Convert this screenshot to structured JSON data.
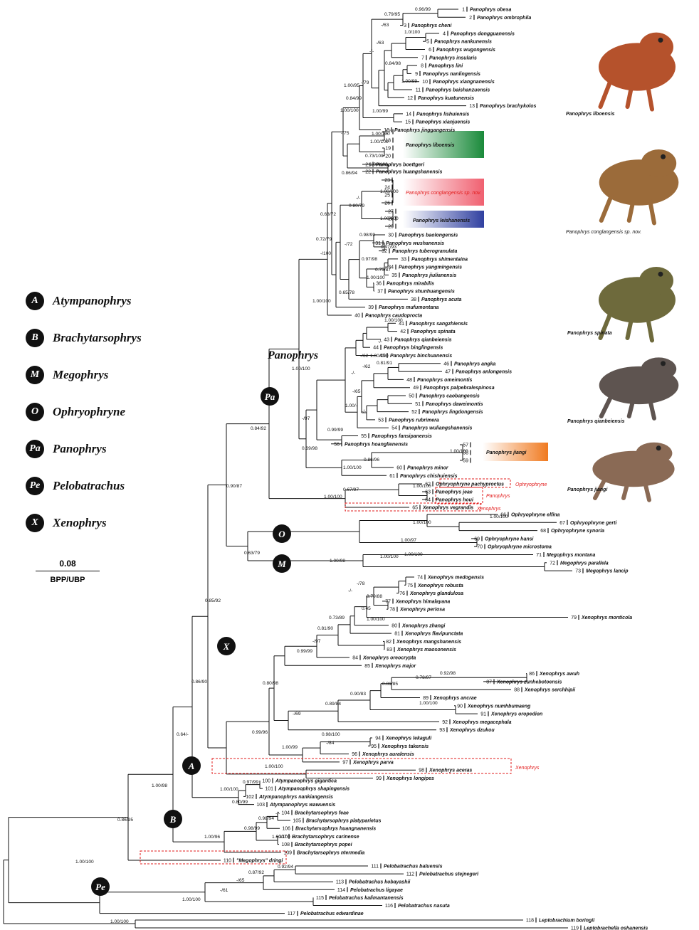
{
  "taxa": [
    {
      "n": "1",
      "name": "Panophrys obesa"
    },
    {
      "n": "2",
      "name": "Panophrys ombrophila"
    },
    {
      "n": "3",
      "name": "Panophrys cheni"
    },
    {
      "n": "4",
      "name": "Panophrys dongguanensis"
    },
    {
      "n": "5",
      "name": "Panophrys nankunensis"
    },
    {
      "n": "6",
      "name": "Panophrys wugongensis"
    },
    {
      "n": "7",
      "name": "Panophrys insularis"
    },
    {
      "n": "8",
      "name": "Panophrys lini"
    },
    {
      "n": "9",
      "name": "Panophrys nanlingensis"
    },
    {
      "n": "10",
      "name": "Panophrys xiangnanensis"
    },
    {
      "n": "11",
      "name": "Panophrys baishanzuensis"
    },
    {
      "n": "12",
      "name": "Panophrys kuatunensis"
    },
    {
      "n": "13",
      "name": "Panophrys brachykolos"
    },
    {
      "n": "14",
      "name": "Panophrys lishuiensis"
    },
    {
      "n": "15",
      "name": "Panophrys xianjuensis"
    },
    {
      "n": "16",
      "name": "Panophrys jinggangensis"
    },
    {
      "n": "17",
      "name": ""
    },
    {
      "n": "18",
      "name": ""
    },
    {
      "n": "19",
      "name": ""
    },
    {
      "n": "20",
      "name": ""
    },
    {
      "n": "21",
      "name": "Panophrys boettgeri"
    },
    {
      "n": "22",
      "name": "Panophrys huangshanensis"
    },
    {
      "n": "23",
      "name": ""
    },
    {
      "n": "24",
      "name": ""
    },
    {
      "n": "25",
      "name": ""
    },
    {
      "n": "26",
      "name": ""
    },
    {
      "n": "27",
      "name": ""
    },
    {
      "n": "28",
      "name": ""
    },
    {
      "n": "29",
      "name": ""
    },
    {
      "n": "30",
      "name": "Panophrys baolongensis"
    },
    {
      "n": "31",
      "name": "Panophrys wushanensis"
    },
    {
      "n": "32",
      "name": "Panophrys tuberogranulata"
    },
    {
      "n": "33",
      "name": "Panophrys shimentaina"
    },
    {
      "n": "34",
      "name": "Panophrys yangmingensis"
    },
    {
      "n": "35",
      "name": "Panophrys jiulianensis"
    },
    {
      "n": "36",
      "name": "Panophrys mirabilis"
    },
    {
      "n": "37",
      "name": "Panophrys shunhuangensis"
    },
    {
      "n": "38",
      "name": "Panophrys acuta"
    },
    {
      "n": "39",
      "name": "Panophrys mufumontana"
    },
    {
      "n": "40",
      "name": "Panophrys caudoprocta"
    },
    {
      "n": "41",
      "name": "Panophrys sangzhiensis"
    },
    {
      "n": "42",
      "name": "Panophrys spinata"
    },
    {
      "n": "43",
      "name": "Panophrys qianbeiensis"
    },
    {
      "n": "44",
      "name": "Panophrys binglingensis"
    },
    {
      "n": "45",
      "name": "Panophrys binchuanensis"
    },
    {
      "n": "46",
      "name": "Panophrys angka"
    },
    {
      "n": "47",
      "name": "Panophrys anlongensis"
    },
    {
      "n": "48",
      "name": "Panophrys omeimontis"
    },
    {
      "n": "49",
      "name": "Panophrys palpebralespinosa"
    },
    {
      "n": "50",
      "name": "Panophrys caobangensis"
    },
    {
      "n": "51",
      "name": "Panophrys daweimontis"
    },
    {
      "n": "52",
      "name": "Panophrys lingdongensis"
    },
    {
      "n": "53",
      "name": "Panophrys rubrimera"
    },
    {
      "n": "54",
      "name": "Panophrys wuliangshanensis"
    },
    {
      "n": "55",
      "name": "Panophrys fansipanensis"
    },
    {
      "n": "56",
      "name": "Panophrys hoanglienensis"
    },
    {
      "n": "57",
      "name": ""
    },
    {
      "n": "58",
      "name": ""
    },
    {
      "n": "59",
      "name": ""
    },
    {
      "n": "60",
      "name": "Panophrys minor"
    },
    {
      "n": "61",
      "name": "Panophrys chishuiensis"
    },
    {
      "n": "62",
      "name": "Ophryophryne pachyproctus"
    },
    {
      "n": "63",
      "name": "Panophrys jeae"
    },
    {
      "n": "64",
      "name": "Panophrys houi"
    },
    {
      "n": "65",
      "name": "Xenophrys vegrandis"
    },
    {
      "n": "66",
      "name": "Ophryophryne elfina"
    },
    {
      "n": "67",
      "name": "Ophryophryne gerti"
    },
    {
      "n": "68",
      "name": "Ophryophryne synoria"
    },
    {
      "n": "69",
      "name": "Ophryophryne hansi"
    },
    {
      "n": "70",
      "name": "Ophryophryne microstoma"
    },
    {
      "n": "71",
      "name": "Megophrys montana"
    },
    {
      "n": "72",
      "name": "Megophrys parallela"
    },
    {
      "n": "73",
      "name": "Megophrys lancip"
    },
    {
      "n": "74",
      "name": "Xenophrys medogensis"
    },
    {
      "n": "75",
      "name": "Xenophrys robusta"
    },
    {
      "n": "76",
      "name": "Xenophrys glandulosa"
    },
    {
      "n": "77",
      "name": "Xenophrys himalayana"
    },
    {
      "n": "78",
      "name": "Xenophrys periosa"
    },
    {
      "n": "79",
      "name": "Xenophrys monticola"
    },
    {
      "n": "80",
      "name": "Xenophrys zhangi"
    },
    {
      "n": "81",
      "name": "Xenophrys flavipunctata"
    },
    {
      "n": "82",
      "name": "Xenophrys mangshanensis"
    },
    {
      "n": "83",
      "name": "Xenophrys maosonensis"
    },
    {
      "n": "84",
      "name": "Xenophrys oreocrypta"
    },
    {
      "n": "85",
      "name": "Xenophrys major"
    },
    {
      "n": "86",
      "name": "Xenophrys awuh"
    },
    {
      "n": "87",
      "name": "Xenophrys zunhebotoensis"
    },
    {
      "n": "88",
      "name": "Xenophrys serchhipii"
    },
    {
      "n": "89",
      "name": "Xenophrys ancrae"
    },
    {
      "n": "90",
      "name": "Xenophrys numhbumaeng"
    },
    {
      "n": "91",
      "name": "Xenophrys oropedion"
    },
    {
      "n": "92",
      "name": "Xenophrys megacephala"
    },
    {
      "n": "93",
      "name": "Xenophrys dzukou"
    },
    {
      "n": "94",
      "name": "Xenophrys lekaguli"
    },
    {
      "n": "95",
      "name": "Xenophrys takensis"
    },
    {
      "n": "96",
      "name": "Xenophrys auralensis"
    },
    {
      "n": "97",
      "name": "Xenophrys parva"
    },
    {
      "n": "98",
      "name": "Xenophrys aceras"
    },
    {
      "n": "99",
      "name": "Xenophrys longipes"
    },
    {
      "n": "100",
      "name": "Atympanophrys gigantica"
    },
    {
      "n": "101",
      "name": "Atympanophrys shapingensis"
    },
    {
      "n": "102",
      "name": "Atympanophrys nankiangensis"
    },
    {
      "n": "103",
      "name": "Atympanophrys wawuensis"
    },
    {
      "n": "104",
      "name": "Brachytarsophrys feae"
    },
    {
      "n": "105",
      "name": "Brachytarsophrys platyparietus"
    },
    {
      "n": "106",
      "name": "Brachytarsophrys huangnanensis"
    },
    {
      "n": "107",
      "name": "Brachytarsophrys carinense"
    },
    {
      "n": "108",
      "name": "Brachytarsophrys popei"
    },
    {
      "n": "109",
      "name": "Brachytarsophrys ntermedia"
    },
    {
      "n": "110",
      "name": "\"Megophrys\" dringi"
    },
    {
      "n": "111",
      "name": "Pelobatrachus baluensis"
    },
    {
      "n": "112",
      "name": "Pelobatrachus stejnegeri"
    },
    {
      "n": "113",
      "name": "Pelobatrachus kobayashii"
    },
    {
      "n": "114",
      "name": "Pelobatrachus ligayae"
    },
    {
      "n": "115",
      "name": "Pelobatrachus kalimantanensis"
    },
    {
      "n": "116",
      "name": "Pelobatrachus nasuta"
    },
    {
      "n": "117",
      "name": "Pelobatrachus edwardinae"
    },
    {
      "n": "118",
      "name": "Leptobrachium boringii"
    },
    {
      "n": "119",
      "name": "Leptobrachella oshanensis"
    }
  ],
  "support_labels": [
    "0.96/99",
    "0.79/95",
    "-/63",
    "1.0/100",
    "-/63",
    "-/-",
    "0.84/98",
    "1.00/99",
    "-/79",
    "1.00/95",
    "0.84/99",
    "1.00/100",
    "1.00/99",
    "-/75",
    "1.00/100",
    "1.00/100",
    "0.73/100",
    "1.00/100",
    "0.86/94",
    "1.00/100",
    "0.80/79",
    "1.00/100",
    "-/-",
    "0.63/72",
    "0.72/79",
    "-/100",
    "0.98/99",
    "0.97/93",
    "-/72",
    "0.97/98",
    "0.75/87",
    "1.00/100",
    "0.65/78",
    "1.00/100",
    "1.00/100",
    "-/-",
    "1.00/100",
    "-/62",
    "0.81/91",
    "-/62",
    "-/-",
    "-/65",
    "1.00/-",
    "-/-",
    "-/97",
    "0.99/99",
    "0.69/98",
    "1.00/100",
    "0.86/96",
    "1.00/100",
    "1.00/100",
    "0.67/97",
    "1.00/100",
    "0.84/92",
    "0.90/87",
    "1.00/100",
    "1.00/100",
    "1.00/97",
    "0.63/79",
    "1.00/100",
    "1.00/98",
    "1.00/100",
    "-/78",
    "0.79/88",
    "-/-",
    "0.45",
    "1.00/100",
    "0.73/89",
    "0.81/90",
    "-/97",
    "0.99/99",
    "0.80/98",
    "0.92/98",
    "0.78/97",
    "0.81/85",
    "0.90/83",
    "1.00/100",
    "0.89/84",
    "-/69",
    "0.99/96",
    "0.98/100",
    "-/84",
    "1.00/99",
    "1.00/100",
    "0.85/92",
    "0.86/90",
    "0.64/-",
    "0.97/99",
    "1.00/100",
    "0.80/99",
    "1.00/98",
    "-/-",
    "0.98/94",
    "0.98/99",
    "1.00/100",
    "1.00/96",
    "0.86/95",
    "0.92/94",
    "0.87/92",
    "-/65",
    "-/61",
    "1.00/100",
    "1.00/100",
    "1.00/100"
  ],
  "clades": {
    "panophrys_title": "Panophrys",
    "panophrys_support": "1.00/100",
    "liboensis": "Panophrys liboensis",
    "conglangensis": "Panophrys conglangensis sp. nov.",
    "leishanensis": "Panophrys leishanensis",
    "jiangi": "Panophrys jiangi",
    "red_ophryophryne": "Ophryophryne",
    "red_panophrys": "Panophrys",
    "red_xenophrys_1": "Xenophrys",
    "red_xenophrys_2": "Xenophrys"
  },
  "node_badges": {
    "Pa": "Pa",
    "O": "O",
    "M": "M",
    "X": "X",
    "A": "A",
    "B": "B",
    "Pe": "Pe"
  },
  "legend": [
    {
      "badge": "A",
      "label": "Atympanophrys"
    },
    {
      "badge": "B",
      "label": "Brachytarsophrys"
    },
    {
      "badge": "M",
      "label": "Megophrys"
    },
    {
      "badge": "O",
      "label": "Ophryophryne"
    },
    {
      "badge": "Pa",
      "label": "Panophrys"
    },
    {
      "badge": "Pe",
      "label": "Pelobatrachus"
    },
    {
      "badge": "X",
      "label": "Xenophrys"
    }
  ],
  "scale": {
    "value": "0.08",
    "unit": "BPP/UBP"
  },
  "photos": [
    {
      "caption": "Panophrys liboensis",
      "color": "#b5522c"
    },
    {
      "caption": "Panophrys conglangensis sp. nov.",
      "color": "#9b6b3a"
    },
    {
      "caption": "Panophrys spinata",
      "color": "#6e6a3c"
    },
    {
      "caption": "Panophrys qianbeiensis",
      "color": "#5e5450"
    },
    {
      "caption": "Panophrys jiangi",
      "color": "#8a6a55"
    }
  ],
  "colors": {
    "liboensis": "#1a8a3a",
    "conglangensis": "#f06070",
    "leishanensis": "#3040a0",
    "jiangi": "#f07a20",
    "highlight": "#e21b1b"
  }
}
